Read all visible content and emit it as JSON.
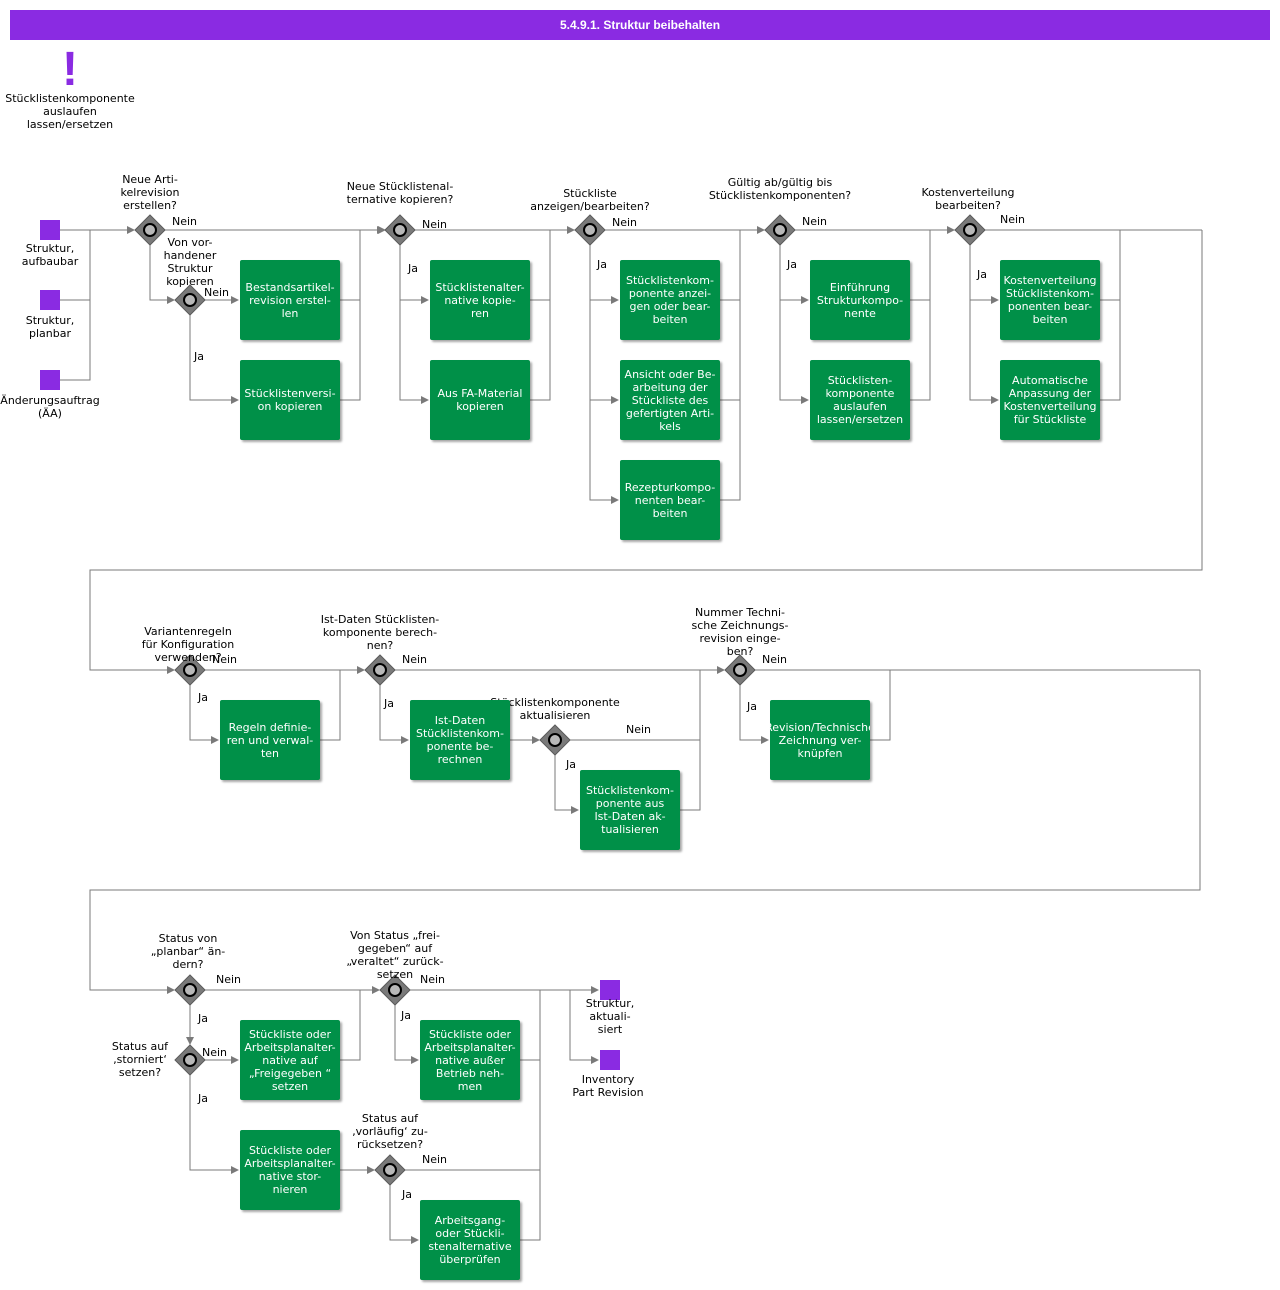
{
  "title": "5.4.9.1. Struktur beibehalten",
  "colors": {
    "accent": "#8a2be2",
    "task": "#009048",
    "gateway": "#7a7a7a",
    "line": "#7a7a7a"
  },
  "note_icon": "exclamation-icon",
  "note_label": "Stücklistenkomponente\nauslaufen\nlassen/ersetzen",
  "events": {
    "start_1": "Struktur,\naufbaubar",
    "start_2": "Struktur,\nplanbar",
    "start_3": "Änderungsauftrag\n(ÄA)",
    "end_1": "Struktur,\naktuali-\nsiert",
    "end_2": "Inventory\nPart Revision"
  },
  "gateways": {
    "g1": "Neue Arti-\nkelrevision\nerstellen?",
    "g1b": "Von vor-\nhandener\nStruktur\nkopieren",
    "g2": "Neue  Stücklistenal-\nternative  kopieren?",
    "g3": "Stückliste\nanzeigen/bearbeiten?",
    "g4": "Gültig ab/gültig bis\nStücklistenkomponenten?",
    "g5": "Kostenverteilung\nbearbeiten?",
    "g6": "Variantenregeln\nfür Konfiguration\nverwenden?",
    "g7": "Ist-Daten  Stücklisten-\nkomponente  berech-\nnen?",
    "g7b": "Stücklistenkomponente\naktualisieren",
    "g8": "Nummer Techni-\nsche Zeichnungs-\nrevision einge-\nben?",
    "g9": "Status von\n„planbar“ än-\ndern?",
    "g9b": "Status auf\n‚storniert‘\nsetzen?",
    "g10": "Von Status „frei-\ngegeben“ auf\n„veraltet“ zurück-\nsetzen",
    "g11": "Status auf\n‚vorläufig‘  zu-\nrücksetzen?"
  },
  "tasks": {
    "t_bestand": "Bestandsartikel-\nrevision  erstel-\nlen",
    "t_stlversion": "Stücklistenversi-\non kopieren",
    "t_stlalt": "Stücklistenalter-\nnative      kopie-\nren",
    "t_fa": "Aus FA-Material\nkopieren",
    "t_anzeigen": "Stücklistenkom-\nponente  anzei-\ngen oder  bear-\nbeiten",
    "t_ansicht": "Ansicht oder Be-\narbeitung der\nStückliste des\ngefertigten Arti-\nkels",
    "t_rezeptur": "Rezepturkompo-\nnenten    bear-\nbeiten",
    "t_einfuehrung": "Einführung\nStrukturkompo-\nnente",
    "t_auslaufen": "Stücklisten-\nkomponente\nauslaufen\nlassen/ersetzen",
    "t_kostbearb": "Kostenverteilung\nStücklistenkom-\nponenten  bear-\nbeiten",
    "t_kostauto": "Automatische\nAnpassung der\nKostenverteilung\nfür Stückliste",
    "t_regeln": "Regeln definie-\nren und verwal-\nten",
    "t_istdaten": "Ist-Daten\nStücklistenkom-\nponente   be-\nrechnen",
    "t_aktual": "Stücklistenkom-\nponente   aus\nIst-Daten  ak-\ntualisieren",
    "t_revision": "Revision/Technische\nZeichnung    ver-\nknüpfen",
    "t_freigeben": "Stückliste oder\nArbeitsplanalter-\nnative       auf\n„Freigegeben   “\nsetzen",
    "t_stornieren": "Stückliste oder\nArbeitsplanalter-\nnative      stor-\nnieren",
    "t_ausserbetrieb": "Stückliste oder\nArbeitsplanalter-\nnative  außer\nBetrieb   neh-\nmen",
    "t_pruefen": "Arbeitsgang-\noder    Stückli-\nstenalternative\nüberprüfen"
  },
  "yes": "Ja",
  "no": "Nein"
}
